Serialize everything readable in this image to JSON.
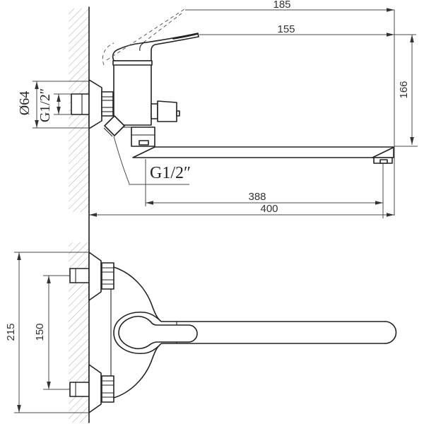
{
  "palette": {
    "background": "#ffffff",
    "outline": "#222222",
    "dimension_lines": "#4a4a4a",
    "hatch": "#9aa0a6",
    "text": "#333333"
  },
  "side_view": {
    "dim_handle_raised_reach": "185",
    "dim_handle_reach": "155",
    "dim_height": "166",
    "label_flange_diameter": "Ø64",
    "label_inlet_thread": "G1/2″",
    "label_shower_outlet_thread": "G1/2″",
    "dim_spout_length": "388",
    "dim_overall_length": "400"
  },
  "plan_view": {
    "dim_overall_width": "215",
    "dim_inlet_centers": "150"
  }
}
